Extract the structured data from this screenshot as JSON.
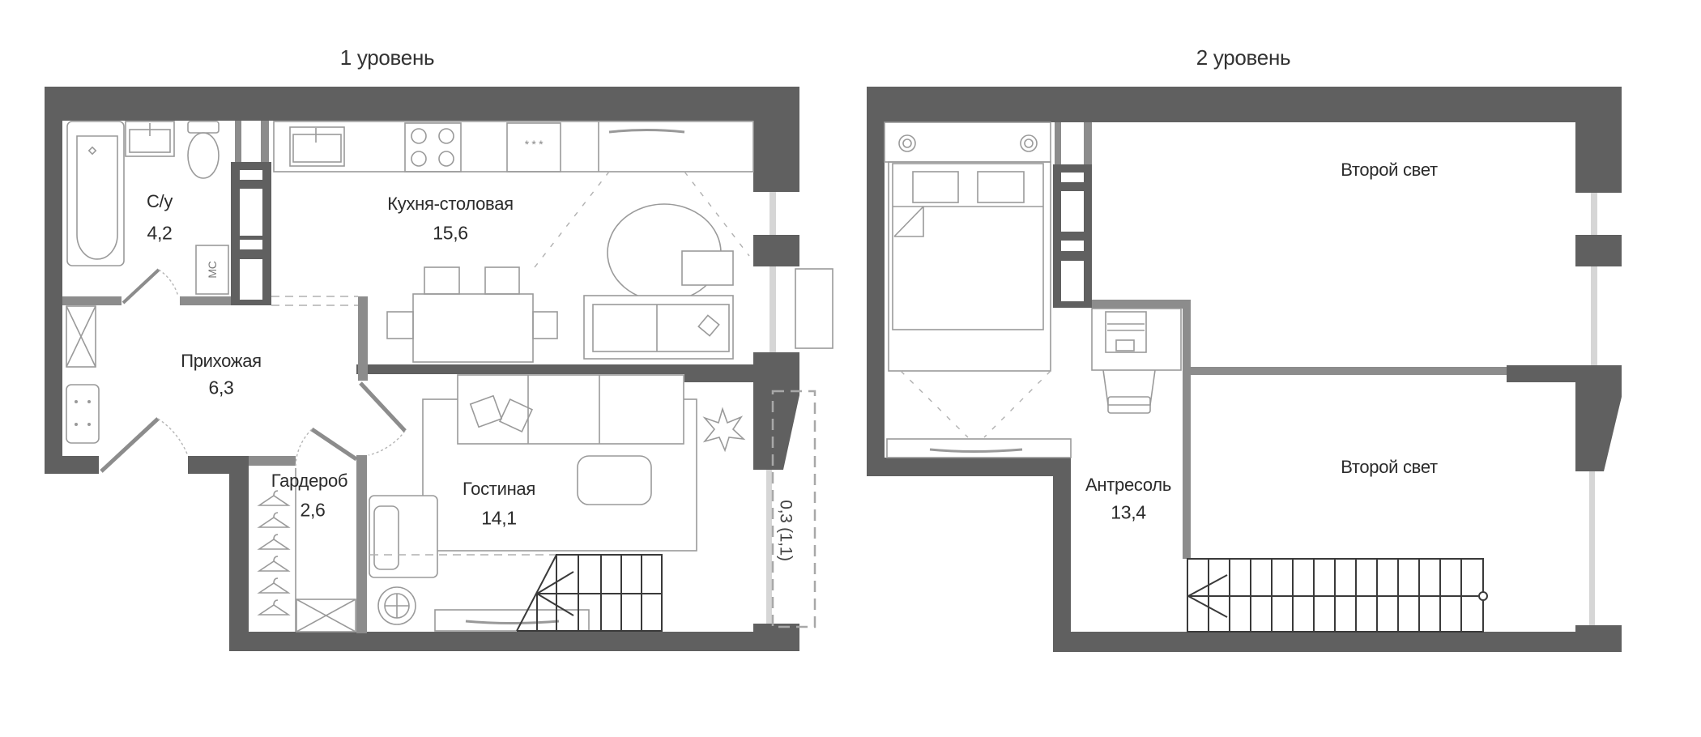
{
  "levels": [
    {
      "title": "1 уровень",
      "rooms": [
        {
          "name": "С/у",
          "area": "4,2"
        },
        {
          "name": "Кухня-столовая",
          "area": "15,6"
        },
        {
          "name": "Прихожая",
          "area": "6,3"
        },
        {
          "name": "Гардероб",
          "area": "2,6"
        },
        {
          "name": "Гостиная",
          "area": "14,1"
        }
      ],
      "balcony_label": "0,3 (1,1)",
      "fixture_labels": {
        "shaft": "МС",
        "oven": "* * *"
      }
    },
    {
      "title": "2 уровень",
      "rooms": [
        {
          "name": "Второй свет",
          "area": ""
        },
        {
          "name": "Второй свет",
          "area": ""
        },
        {
          "name": "Антресоль",
          "area": "13,4"
        }
      ]
    }
  ],
  "colors": {
    "wall": "#606060",
    "partition": "#8c8c8c",
    "furniture": "#9a9a9a",
    "text": "#2b2b2b"
  }
}
